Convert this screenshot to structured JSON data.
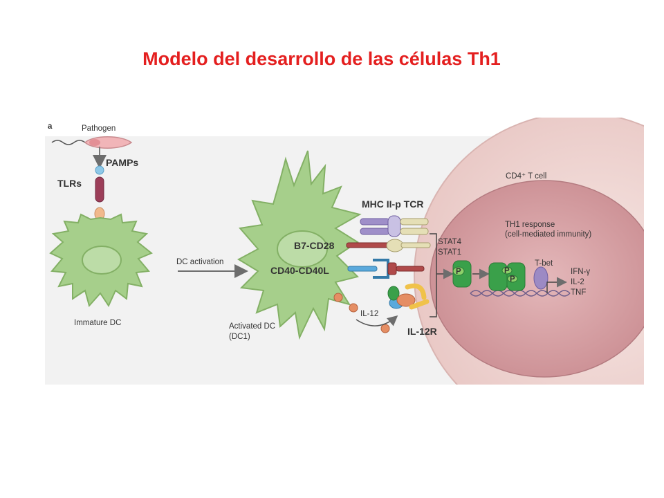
{
  "title": "Modelo del desarrollo de las células Th1",
  "colors": {
    "title": "#e41f1f",
    "background": "#f2f2f2",
    "dc_green": "#a6cf8b",
    "tcell_outer": "#f2d9d6",
    "tcell_nucleus": "#d8a3a6",
    "stat_green": "#3aa04a",
    "tbet_purple": "#9c8ac4",
    "il12_orange": "#e58e64"
  },
  "figure": {
    "panel_letter": "a",
    "pathogen": "Pathogen",
    "immature_dc": "Immature DC",
    "dc_activation": "DC activation",
    "activated_dc_line1": "Activated DC",
    "activated_dc_line2": "(DC1)",
    "il12": "IL-12",
    "cd4_cell": "CD4⁺ T cell",
    "th1_response_line1": "TH1 response",
    "th1_response_line2": "(cell-mediated immunity)",
    "stat4": "STAT4",
    "stat1": "STAT1",
    "p": "P",
    "tbet": "T-bet",
    "ifn": "IFN-γ",
    "il2": "IL-2",
    "tnf": "TNF"
  },
  "annotations": {
    "pamps": "PAMPs",
    "tlrs": "TLRs",
    "mhc_tcr": "MHC II-p TCR",
    "b7_cd28": "B7-CD28",
    "cd40": "CD40-CD40L",
    "il12r": "IL-12R"
  }
}
